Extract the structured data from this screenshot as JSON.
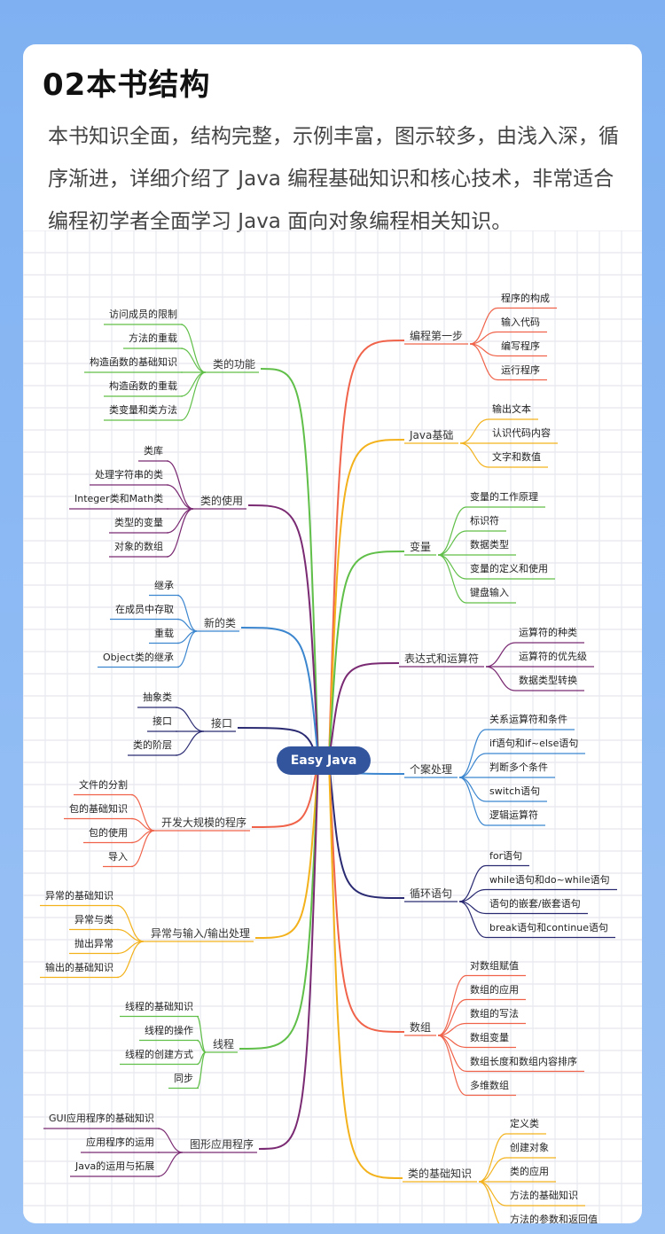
{
  "header": {
    "title": "02本书结构",
    "description": "本书知识全面，结构完整，示例丰富，图示较多，由浅入深，循序渐进，详细介绍了 Java 编程基础知识和核心技术，非常适合编程初学者全面学习 Java 面向对象编程相关知识。"
  },
  "mindmap": {
    "center": "Easy Java",
    "right": [
      {
        "label": "编程第一步",
        "color": "#f0634a",
        "items": [
          "程序的构成",
          "输入代码",
          "编写程序",
          "运行程序"
        ]
      },
      {
        "label": "Java基础",
        "color": "#f3b21c",
        "items": [
          "输出文本",
          "认识代码内容",
          "文字和数值"
        ]
      },
      {
        "label": "变量",
        "color": "#60bf48",
        "items": [
          "变量的工作原理",
          "标识符",
          "数据类型",
          "变量的定义和使用",
          "键盘输入"
        ]
      },
      {
        "label": "表达式和运算符",
        "color": "#7a2a72",
        "items": [
          "运算符的种类",
          "运算符的优先级",
          "数据类型转换"
        ]
      },
      {
        "label": "个案处理",
        "color": "#3b86cf",
        "items": [
          "关系运算符和条件",
          "if语句和if~else语句",
          "判断多个条件",
          "switch语句",
          "逻辑运算符"
        ]
      },
      {
        "label": "循环语句",
        "color": "#2a2a72",
        "items": [
          "for语句",
          "while语句和do~while语句",
          "语句的嵌套/嵌套语句",
          "break语句和continue语句"
        ]
      },
      {
        "label": "数组",
        "color": "#f0634a",
        "items": [
          "对数组赋值",
          "数组的应用",
          "数组的写法",
          "数组变量",
          "数组长度和数组内容排序",
          "多维数组"
        ]
      },
      {
        "label": "类的基础知识",
        "color": "#f3b21c",
        "items": [
          "定义类",
          "创建对象",
          "类的应用",
          "方法的基础知识",
          "方法的参数和返回值"
        ]
      }
    ],
    "left": [
      {
        "label": "类的功能",
        "color": "#60bf48",
        "items": [
          "访问成员的限制",
          "方法的重载",
          "构造函数的基础知识",
          "构造函数的重载",
          "类变量和类方法"
        ]
      },
      {
        "label": "类的使用",
        "color": "#7a2a72",
        "items": [
          "类库",
          "处理字符串的类",
          "Integer类和Math类",
          "类型的变量",
          "对象的数组"
        ]
      },
      {
        "label": "新的类",
        "color": "#3b86cf",
        "items": [
          "继承",
          "在成员中存取",
          "重载",
          "Object类的继承"
        ]
      },
      {
        "label": "接口",
        "color": "#2a2a72",
        "items": [
          "抽象类",
          "接口",
          "类的阶层"
        ]
      },
      {
        "label": "开发大规模的程序",
        "color": "#f0634a",
        "items": [
          "文件的分割",
          "包的基础知识",
          "包的使用",
          "导入"
        ]
      },
      {
        "label": "异常与输入/输出处理",
        "color": "#f3b21c",
        "items": [
          "异常的基础知识",
          "异常与类",
          "抛出异常",
          "输出的基础知识"
        ]
      },
      {
        "label": "线程",
        "color": "#60bf48",
        "items": [
          "线程的基础知识",
          "线程的操作",
          "线程的创建方式",
          "同步"
        ]
      },
      {
        "label": "图形应用程序",
        "color": "#7a2a72",
        "items": [
          "GUI应用程序的基础知识",
          "应用程序的运用",
          "Java的运用与拓展"
        ]
      }
    ]
  }
}
